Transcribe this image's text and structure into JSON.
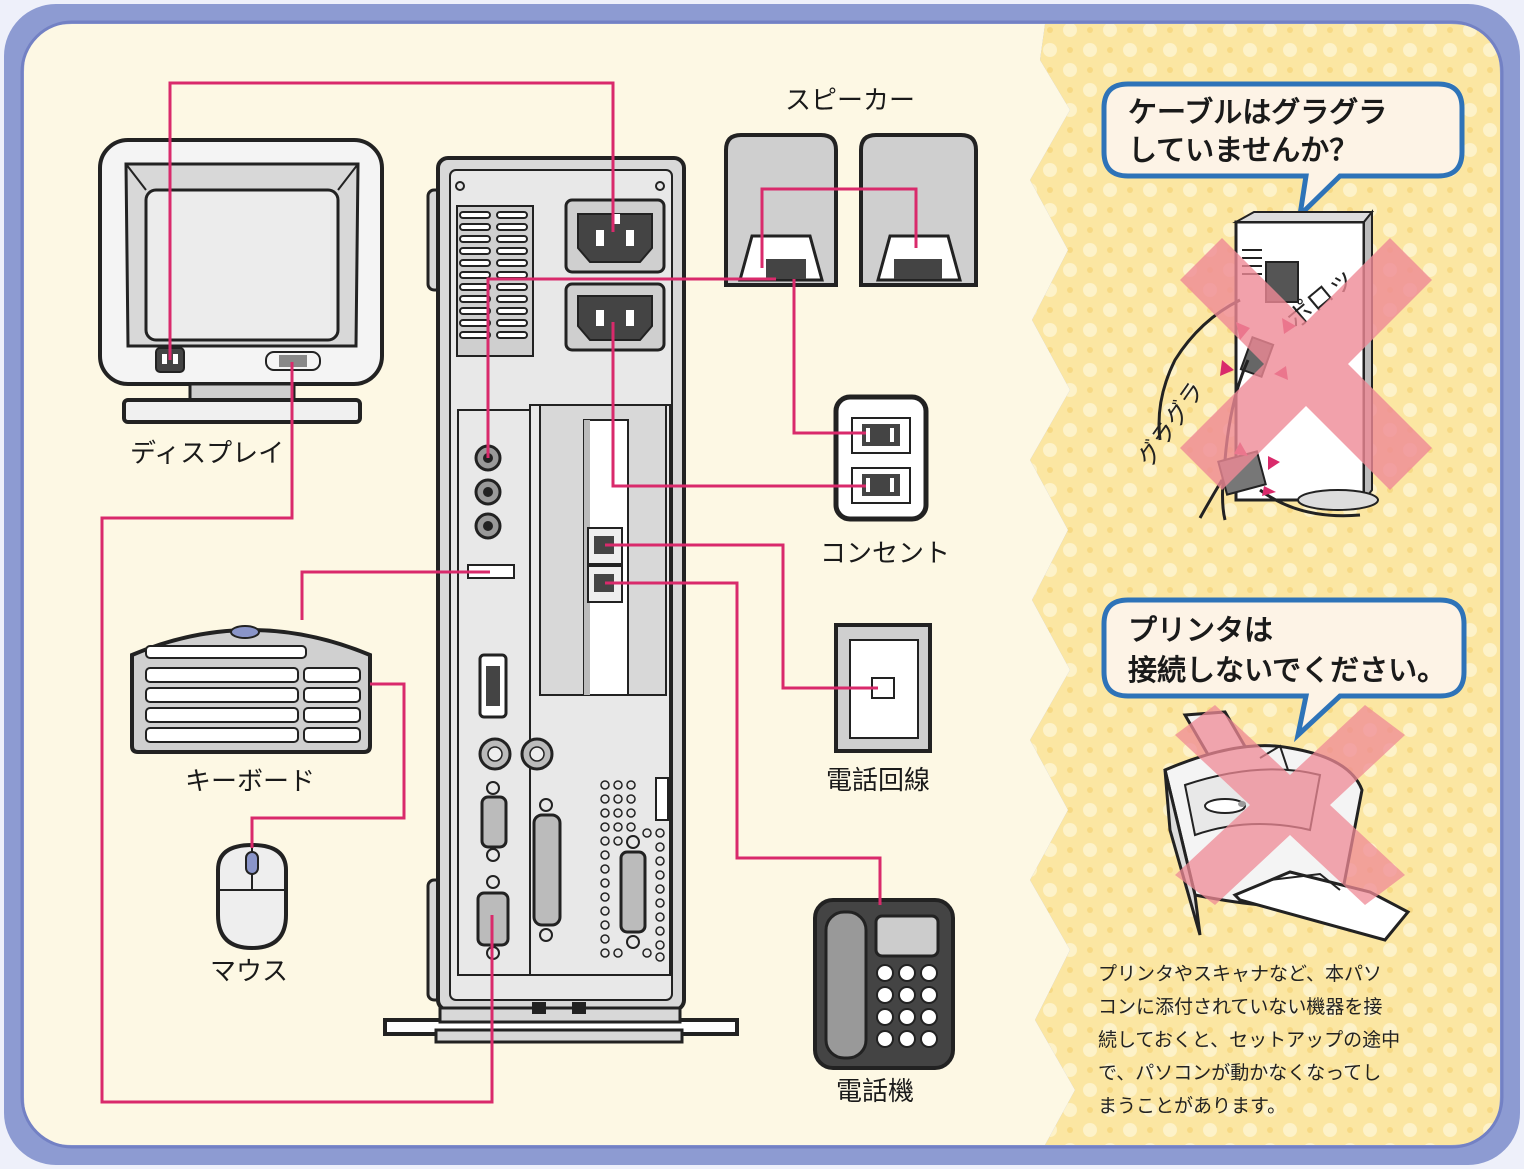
{
  "labels": {
    "display": "ディスプレイ",
    "speaker": "スピーカー",
    "keyboard": "キーボード",
    "mouse": "マウス",
    "outlet": "コンセント",
    "phone_line": "電話回線",
    "telephone": "電話機"
  },
  "bubble_cable": {
    "line1": "ケーブルはグラグラ",
    "line2": "していませんか？"
  },
  "bubble_printer": {
    "line1": "プリンタは",
    "line2": "接続しないでください。"
  },
  "cable_art_text": {
    "poro": "ポロッ",
    "gura": "グラグラ"
  },
  "note_lines": [
    "プリンタやスキャナなど、本パソ",
    "コンに添付されていない機器を接",
    "続しておくと、セットアップの途中",
    "で、パソコンが動かなくなってし",
    "まうことがあります。"
  ],
  "colors": {
    "frame": "#8d9bd2",
    "panel": "#fdf8e4",
    "side_bg": "#fbe7a6",
    "cable": "#d92a6b",
    "bubble_border": "#2e73b8",
    "bubble_fill": "#fdf3e6",
    "cross": "#ef8a96"
  }
}
